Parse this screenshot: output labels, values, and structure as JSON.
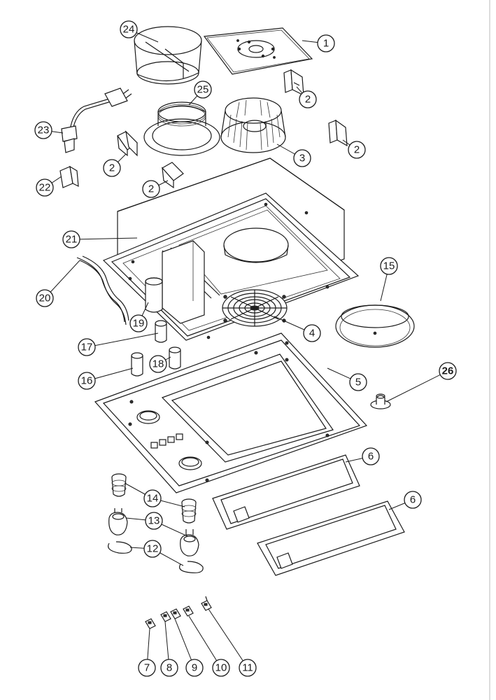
{
  "diagram": {
    "callouts": [
      {
        "id": "c1",
        "label": "1"
      },
      {
        "id": "c2a",
        "label": "2"
      },
      {
        "id": "c2b",
        "label": "2"
      },
      {
        "id": "c2c",
        "label": "2"
      },
      {
        "id": "c2d",
        "label": "2"
      },
      {
        "id": "c3",
        "label": "3"
      },
      {
        "id": "c4",
        "label": "4"
      },
      {
        "id": "c5",
        "label": "5"
      },
      {
        "id": "c6a",
        "label": "6"
      },
      {
        "id": "c6b",
        "label": "6"
      },
      {
        "id": "c7",
        "label": "7"
      },
      {
        "id": "c8",
        "label": "8"
      },
      {
        "id": "c9",
        "label": "9"
      },
      {
        "id": "c10",
        "label": "10"
      },
      {
        "id": "c11",
        "label": "11"
      },
      {
        "id": "c12",
        "label": "12"
      },
      {
        "id": "c13",
        "label": "13"
      },
      {
        "id": "c14",
        "label": "14"
      },
      {
        "id": "c15",
        "label": "15"
      },
      {
        "id": "c16",
        "label": "16"
      },
      {
        "id": "c17",
        "label": "17"
      },
      {
        "id": "c18",
        "label": "18"
      },
      {
        "id": "c19",
        "label": "19"
      },
      {
        "id": "c20",
        "label": "20"
      },
      {
        "id": "c21",
        "label": "21"
      },
      {
        "id": "c22",
        "label": "22"
      },
      {
        "id": "c23",
        "label": "23"
      },
      {
        "id": "c24",
        "label": "24"
      },
      {
        "id": "c25",
        "label": "25"
      },
      {
        "id": "c26",
        "label": "26"
      }
    ]
  }
}
